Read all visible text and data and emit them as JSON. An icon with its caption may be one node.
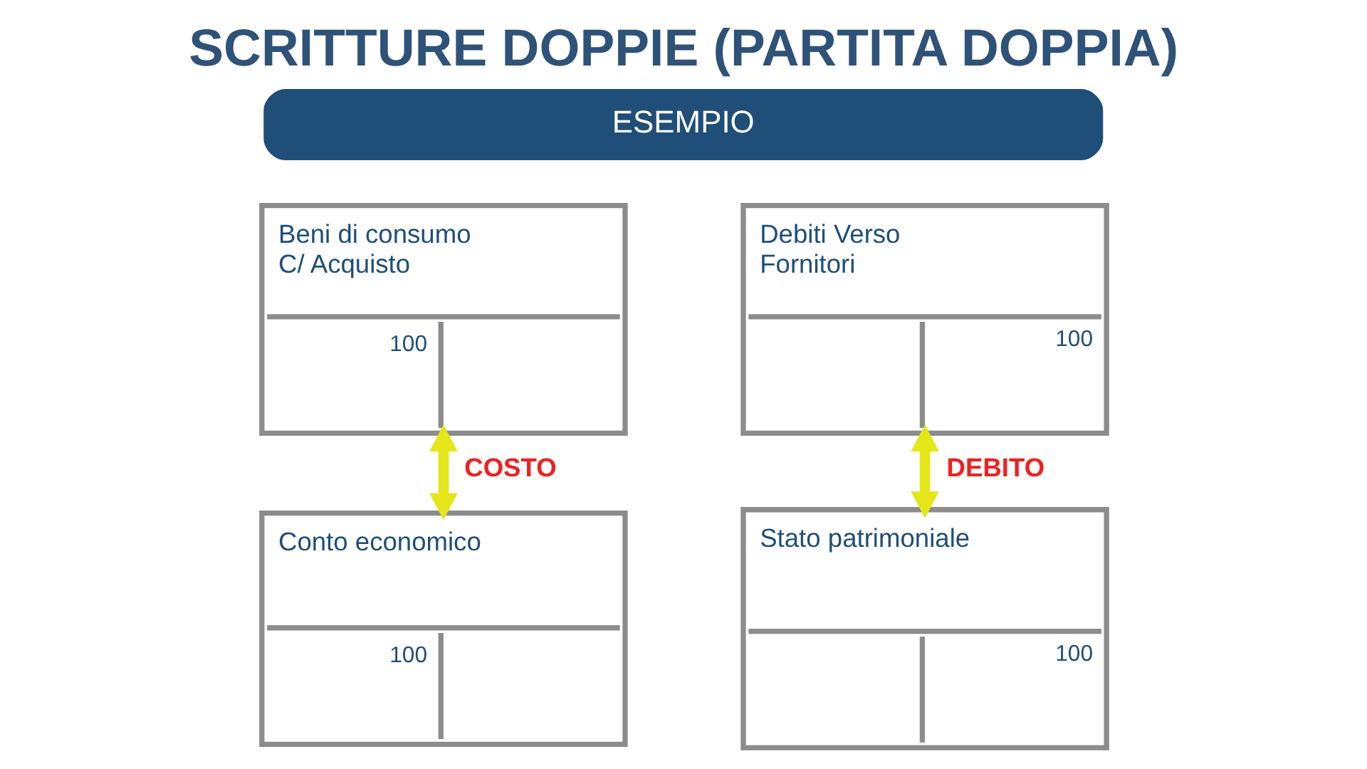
{
  "diagram": {
    "title": "SCRITTURE DOPPIE (PARTITA DOPPIA)",
    "nodes": [
      {
        "text": [
          "ESEMPIO"
        ]
      },
      {
        "text": [
          "Beni di consumo C/ Acquisto",
          "100"
        ]
      },
      {
        "text": [
          "Debiti Verso Fornitori",
          "100"
        ]
      },
      {
        "text": [
          "Conto economico",
          "100"
        ]
      },
      {
        "text": [
          "Stato patrimoniale",
          "100"
        ]
      }
    ],
    "edges": [
      {
        "from": 1,
        "to": 3,
        "arrow": "both",
        "label": "COSTO"
      },
      {
        "from": 2,
        "to": 4,
        "arrow": "both",
        "label": "DEBITO"
      }
    ]
  }
}
